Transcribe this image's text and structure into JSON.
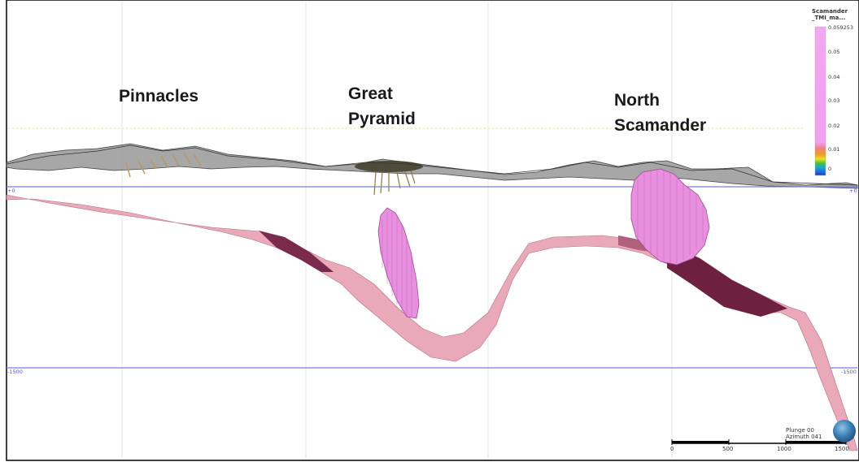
{
  "deposits": {
    "pinnacles": "Pinnacles",
    "great_pyramid": [
      "Great",
      "Pyramid"
    ],
    "north_scamander": [
      "North",
      "Scamander"
    ]
  },
  "legend": {
    "title_line1": "Scamander",
    "title_line2": "_TMI_ma...",
    "max_value": "0.059253",
    "ticks": [
      "0.05",
      "0.04",
      "0.03",
      "0.02",
      "0.01",
      "0"
    ],
    "colors": {
      "high": "#f0a0f0",
      "low": "#1a3fd0"
    }
  },
  "elevation": {
    "upper_left": "+0",
    "upper_right": "+0",
    "lower_left": "-1500",
    "lower_right": "-1500"
  },
  "orientation": {
    "plunge": "Plunge 00",
    "azimuth": "Azimuth 041"
  },
  "scale_bar": {
    "labels": [
      "0",
      "500",
      "1000",
      "1500"
    ]
  },
  "colors": {
    "surface": "#7d7d7d",
    "lode": "#e8a8b8",
    "lode_dark": "#6e2040",
    "block_model": "#e98fe0",
    "elevation_line": "#7b7bea"
  }
}
